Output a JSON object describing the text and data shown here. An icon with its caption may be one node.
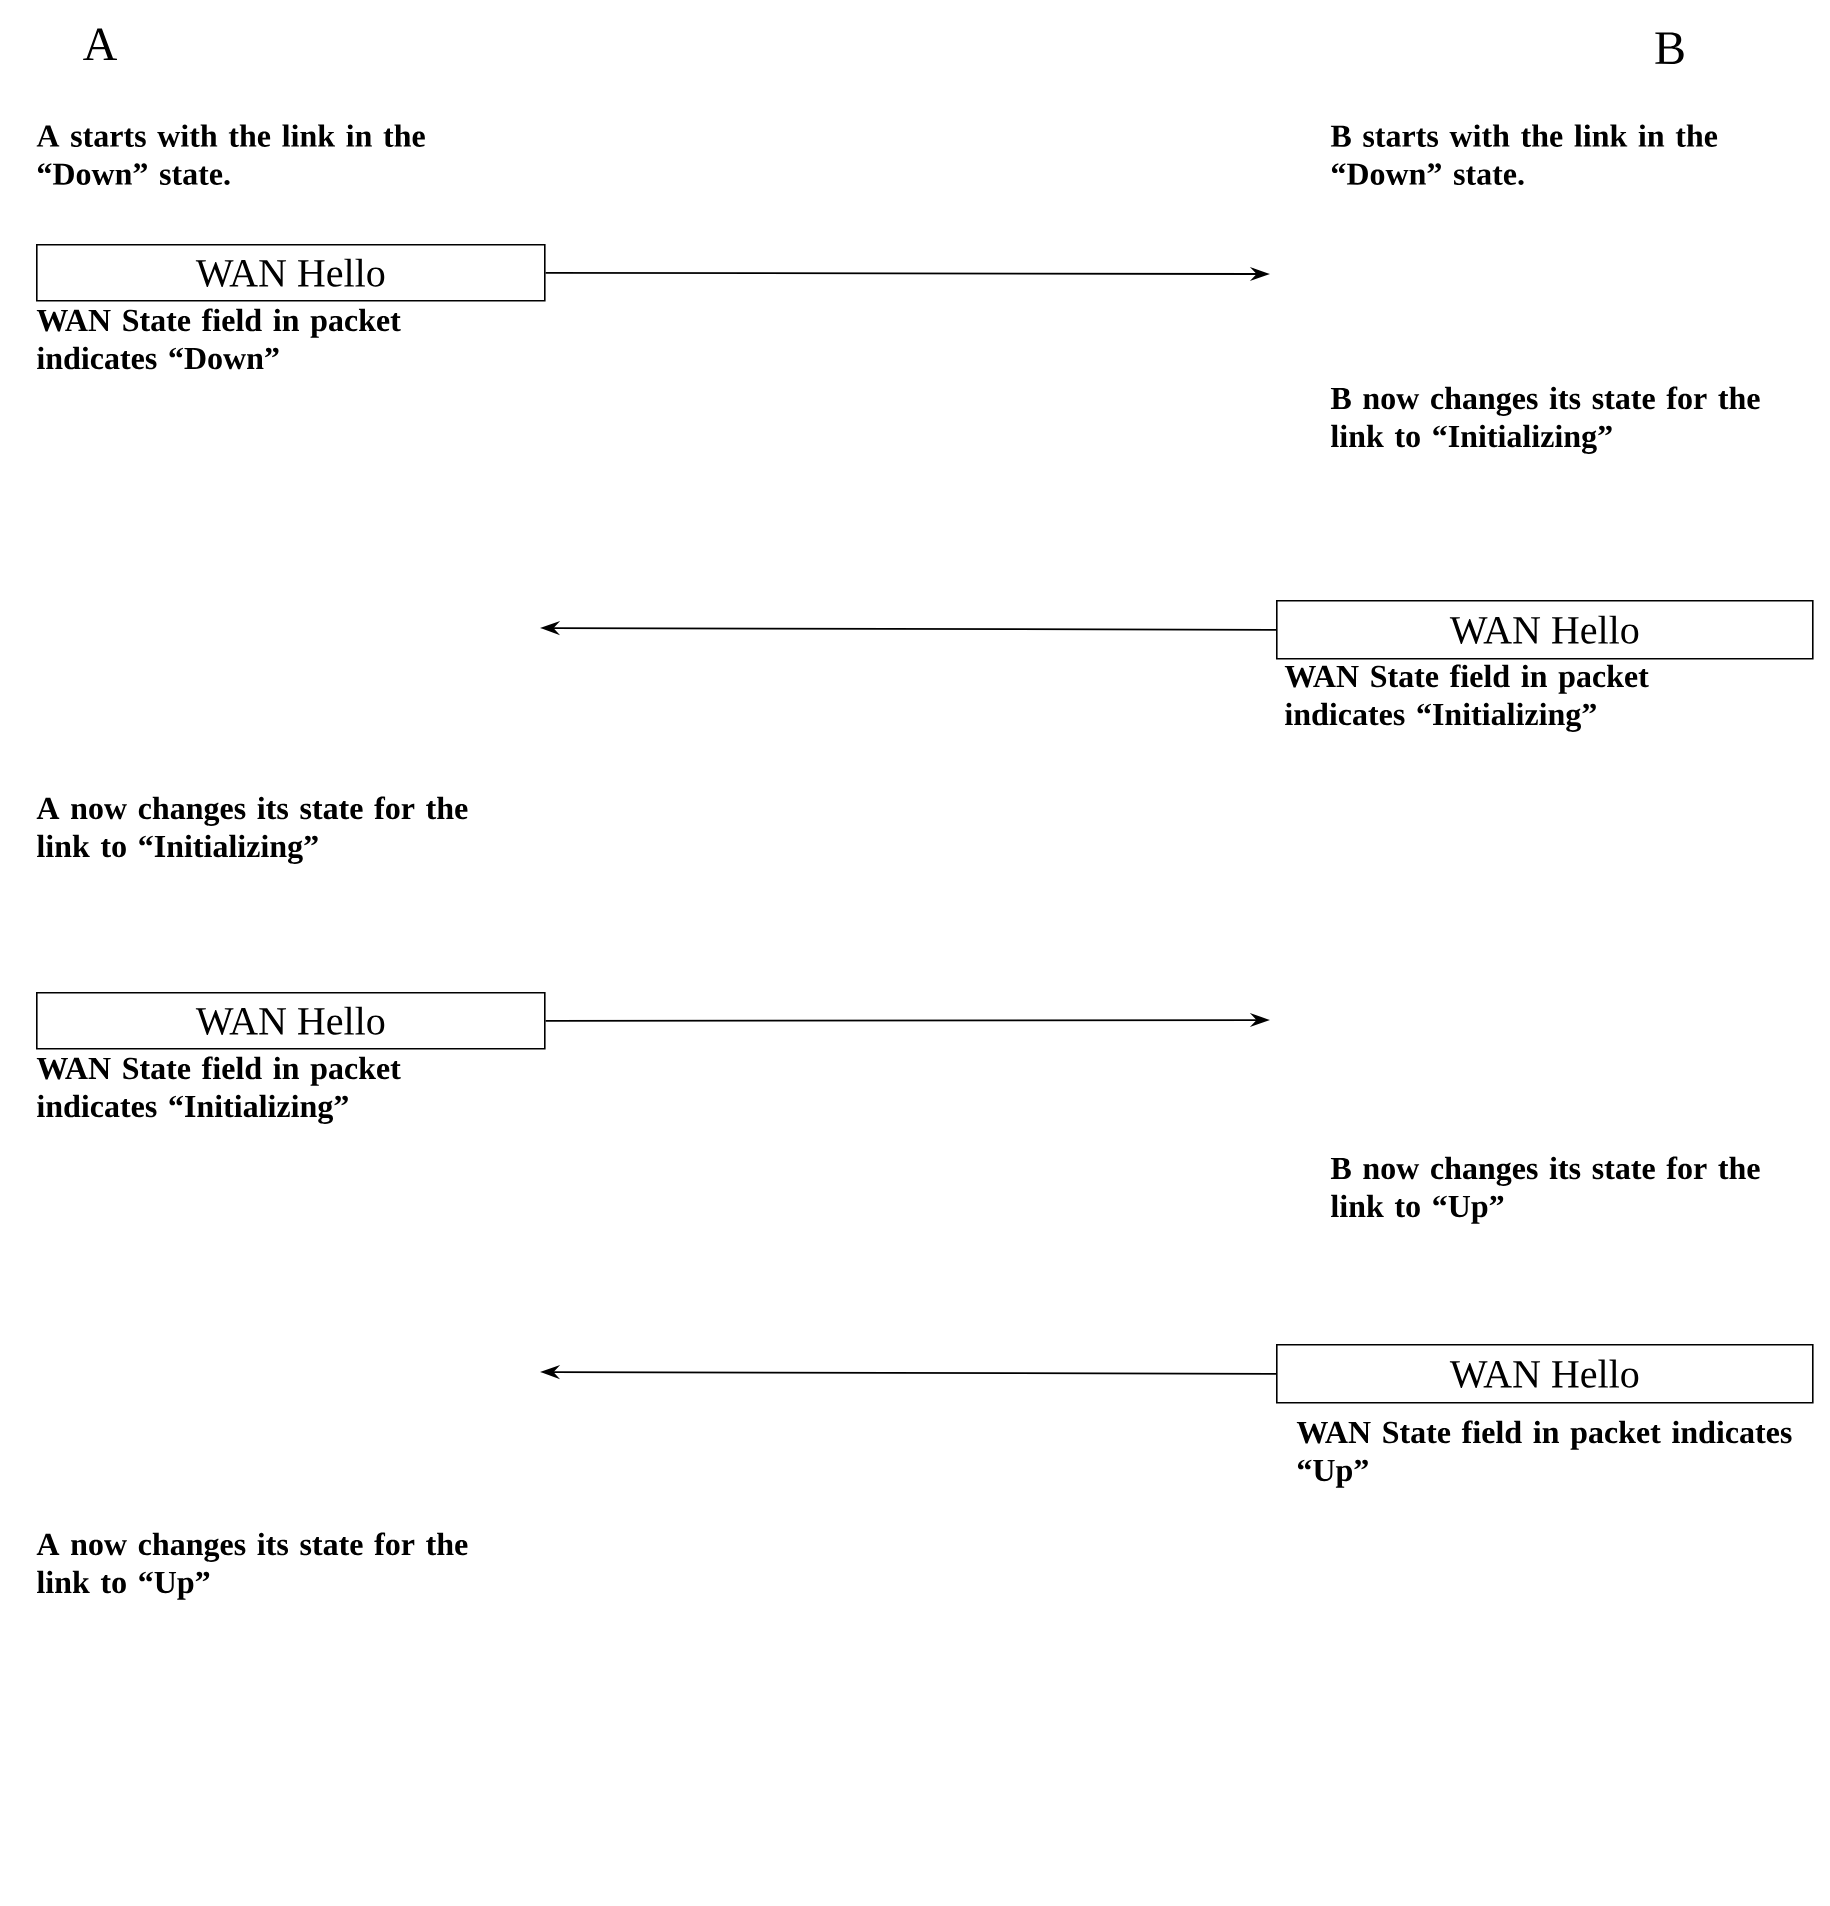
{
  "diagram": {
    "nodes": [
      {
        "text": [
          "WAN Hello"
        ],
        "beside": [
          "WAN State field in packet indicates “Down”"
        ]
      },
      {
        "text": [
          "WAN Hello"
        ],
        "beside": [
          "WAN State field in packet indicates “Initializing”"
        ]
      },
      {
        "text": [
          "WAN Hello"
        ],
        "beside": [
          "WAN State field in packet indicates “Initializing”"
        ]
      },
      {
        "text": [
          "WAN Hello"
        ],
        "beside": [
          "WAN State field in packet indicates “Up”"
        ]
      }
    ],
    "edges": [
      {
        "from": 0,
        "to": null,
        "arrow": "to"
      },
      {
        "from": 1,
        "to": null,
        "arrow": "to"
      },
      {
        "from": 2,
        "to": null,
        "arrow": "to"
      },
      {
        "from": 3,
        "to": null,
        "arrow": "to"
      }
    ],
    "labels": [
      "A",
      "B",
      "A starts with the link in the “Down” state.",
      "B starts with the link in the “Down” state.",
      "B now changes its state for the link to “Initializing”",
      "A now changes its state for the link to “Initializing”",
      "B now changes its state for the link to “Up”",
      "A now changes its state for the link to “Up”"
    ]
  }
}
